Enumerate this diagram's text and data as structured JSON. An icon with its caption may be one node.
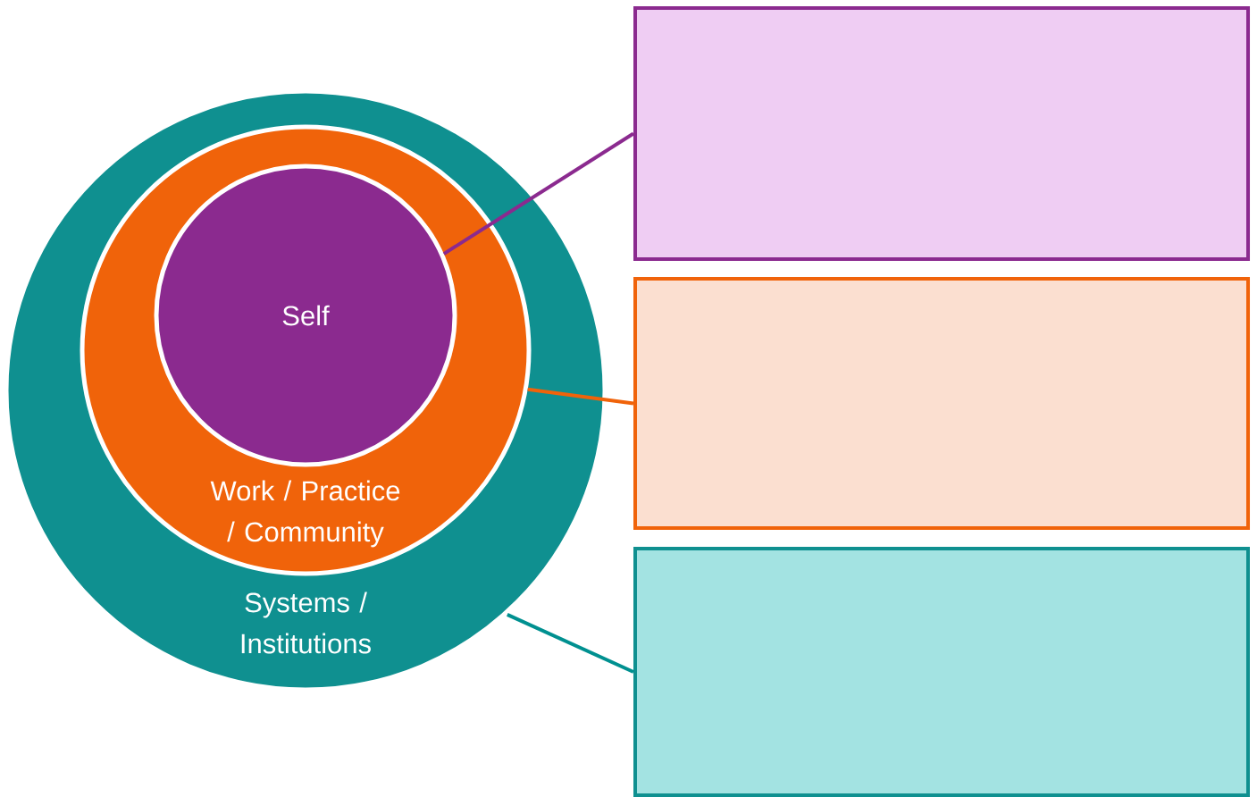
{
  "diagram": {
    "nodes": [
      {
        "text": [
          "Systems / Institutions"
        ]
      },
      {
        "text": [
          "Work / Practice / Community"
        ],
        "in": 0
      },
      {
        "text": [
          "Self"
        ],
        "in": 1
      },
      {
        "text": [],
        "shape": "box"
      },
      {
        "text": [],
        "shape": "box"
      },
      {
        "text": [],
        "shape": "box"
      }
    ],
    "edges": [
      {
        "from": 2,
        "to": 3,
        "arrow": "none",
        "color": "#8b2a8f"
      },
      {
        "from": 1,
        "to": 4,
        "arrow": "none",
        "color": "#f0630a"
      },
      {
        "from": 0,
        "to": 5,
        "arrow": "none",
        "color": "#009090"
      }
    ]
  }
}
